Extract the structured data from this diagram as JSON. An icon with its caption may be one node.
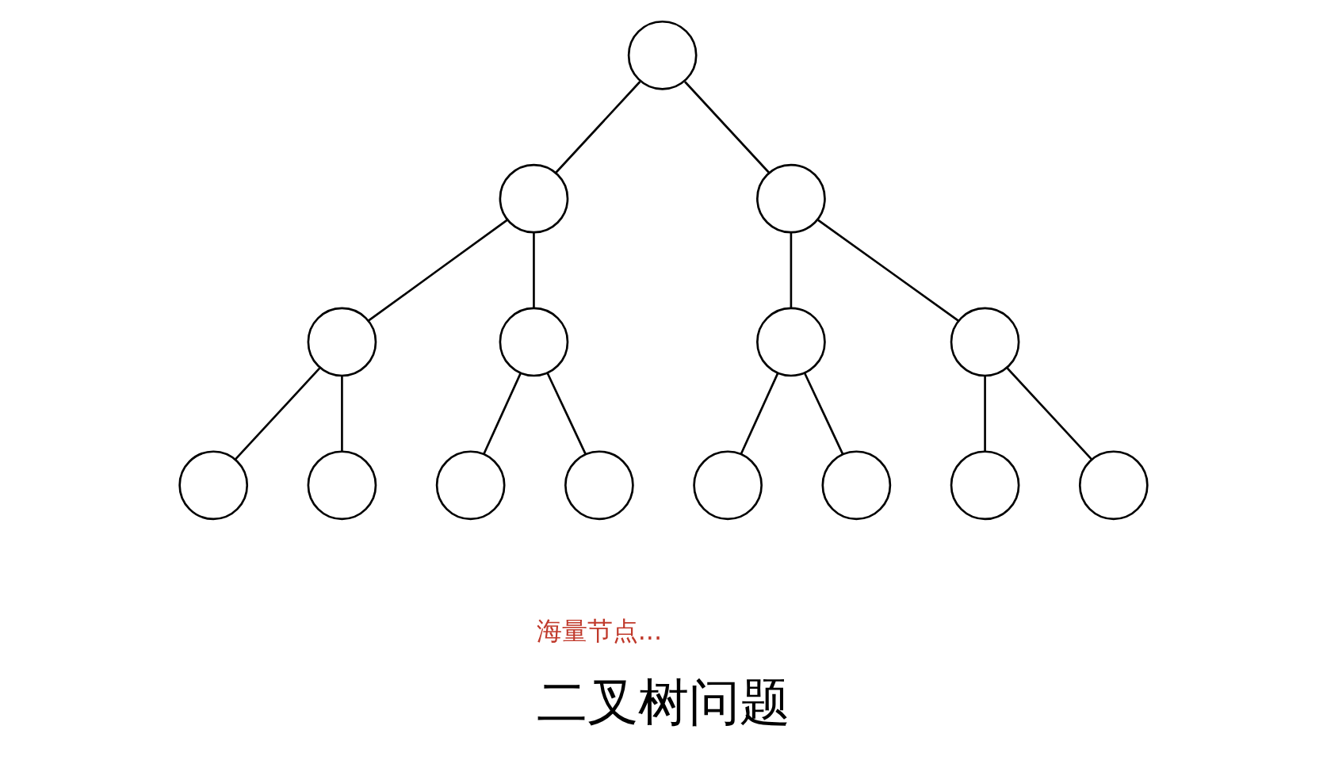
{
  "diagram": {
    "caption": "二叉树问题",
    "nodes": [
      {
        "text": [],
        "shape": "circle"
      },
      {
        "text": [],
        "shape": "circle"
      },
      {
        "text": [],
        "shape": "circle"
      },
      {
        "text": [],
        "shape": "circle"
      },
      {
        "text": [],
        "shape": "circle"
      },
      {
        "text": [],
        "shape": "circle"
      },
      {
        "text": [],
        "shape": "circle"
      },
      {
        "text": [],
        "shape": "circle"
      },
      {
        "text": [],
        "shape": "circle"
      },
      {
        "text": [],
        "shape": "circle"
      },
      {
        "text": [],
        "shape": "circle"
      },
      {
        "text": [],
        "shape": "circle"
      },
      {
        "text": [],
        "shape": "circle"
      },
      {
        "text": [],
        "shape": "circle"
      },
      {
        "text": [],
        "shape": "circle"
      }
    ],
    "edges": [
      {
        "from": 0,
        "to": 1,
        "arrow": "none"
      },
      {
        "from": 0,
        "to": 2,
        "arrow": "none"
      },
      {
        "from": 1,
        "to": 3,
        "arrow": "none"
      },
      {
        "from": 1,
        "to": 4,
        "arrow": "none"
      },
      {
        "from": 2,
        "to": 5,
        "arrow": "none"
      },
      {
        "from": 2,
        "to": 6,
        "arrow": "none"
      },
      {
        "from": 3,
        "to": 7,
        "arrow": "none"
      },
      {
        "from": 3,
        "to": 8,
        "arrow": "none"
      },
      {
        "from": 4,
        "to": 9,
        "arrow": "none"
      },
      {
        "from": 4,
        "to": 10,
        "arrow": "none"
      },
      {
        "from": 5,
        "to": 11,
        "arrow": "none"
      },
      {
        "from": 5,
        "to": 12,
        "arrow": "none"
      },
      {
        "from": 6,
        "to": 13,
        "arrow": "none"
      },
      {
        "from": 6,
        "to": 14,
        "arrow": "none"
      }
    ],
    "labels": [
      "海量节点..."
    ]
  }
}
